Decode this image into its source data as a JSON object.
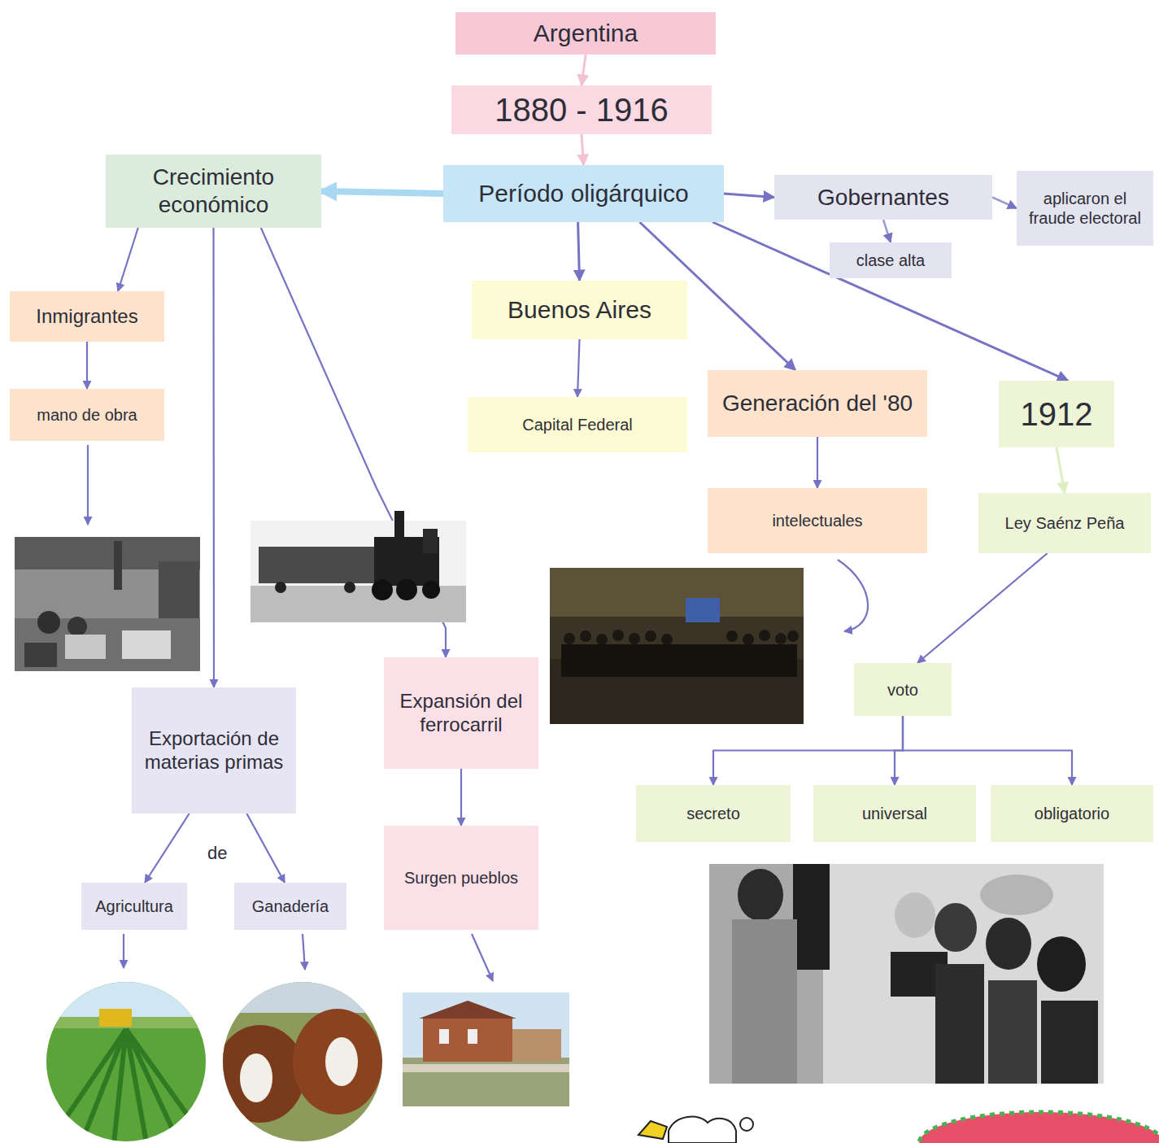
{
  "diagram": {
    "nodes": [
      {
        "text": [
          "Argentina"
        ]
      },
      {
        "text": [
          "1880 - 1916"
        ]
      },
      {
        "text": [
          "Crecimiento económico"
        ]
      },
      {
        "text": [
          "Período oligárquico"
        ]
      },
      {
        "text": [
          "Gobernantes"
        ]
      },
      {
        "text": [
          "aplicaron el fraude electoral"
        ]
      },
      {
        "text": [
          "clase alta"
        ]
      },
      {
        "text": [
          "Inmigrantes"
        ]
      },
      {
        "text": [
          "Buenos Aires"
        ]
      },
      {
        "text": [
          "Generación del '80"
        ]
      },
      {
        "text": [
          "1912"
        ]
      },
      {
        "text": [
          "mano de obra"
        ]
      },
      {
        "text": [
          "Capital Federal"
        ]
      },
      {
        "text": [
          "intelectuales"
        ]
      },
      {
        "text": [
          "Ley Saénz Peña"
        ]
      },
      {
        "text": [
          "voto"
        ]
      },
      {
        "text": [
          "Exportación de materias primas"
        ]
      },
      {
        "text": [
          "Expansión del ferrocarril"
        ]
      },
      {
        "text": [
          "secreto"
        ]
      },
      {
        "text": [
          "universal"
        ]
      },
      {
        "text": [
          "obligatorio"
        ]
      },
      {
        "text": [
          "Agricultura"
        ]
      },
      {
        "text": [
          "Ganadería"
        ]
      },
      {
        "text": [
          "Surgen pueblos"
        ]
      }
    ],
    "edges": [
      {
        "from": 0,
        "to": 1,
        "arrow": "to"
      },
      {
        "from": 1,
        "to": 3,
        "arrow": "to"
      },
      {
        "from": 3,
        "to": 2,
        "arrow": "to"
      },
      {
        "from": 3,
        "to": 4,
        "arrow": "to"
      },
      {
        "from": 4,
        "to": 5,
        "arrow": "to"
      },
      {
        "from": 4,
        "to": 6,
        "arrow": "to"
      },
      {
        "from": 3,
        "to": 8,
        "arrow": "to"
      },
      {
        "from": 3,
        "to": 9,
        "arrow": "to"
      },
      {
        "from": 3,
        "to": 10,
        "arrow": "to"
      },
      {
        "from": 2,
        "to": 7,
        "arrow": "to"
      },
      {
        "from": 2,
        "to": 16,
        "arrow": "to"
      },
      {
        "from": 2,
        "to": 17,
        "arrow": "to"
      },
      {
        "from": 7,
        "to": 11,
        "arrow": "to"
      },
      {
        "from": 8,
        "to": 12,
        "arrow": "to"
      },
      {
        "from": 9,
        "to": 13,
        "arrow": "to"
      },
      {
        "from": 10,
        "to": 14,
        "arrow": "to"
      },
      {
        "from": 14,
        "to": 15,
        "arrow": "to"
      },
      {
        "from": 15,
        "to": 18,
        "arrow": "to"
      },
      {
        "from": 15,
        "to": 19,
        "arrow": "to"
      },
      {
        "from": 15,
        "to": 20,
        "arrow": "to"
      },
      {
        "from": 16,
        "to": 21,
        "arrow": "to"
      },
      {
        "from": 16,
        "to": 22,
        "arrow": "to"
      },
      {
        "from": 17,
        "to": 23,
        "arrow": "to"
      }
    ],
    "labels": [
      "de"
    ]
  }
}
